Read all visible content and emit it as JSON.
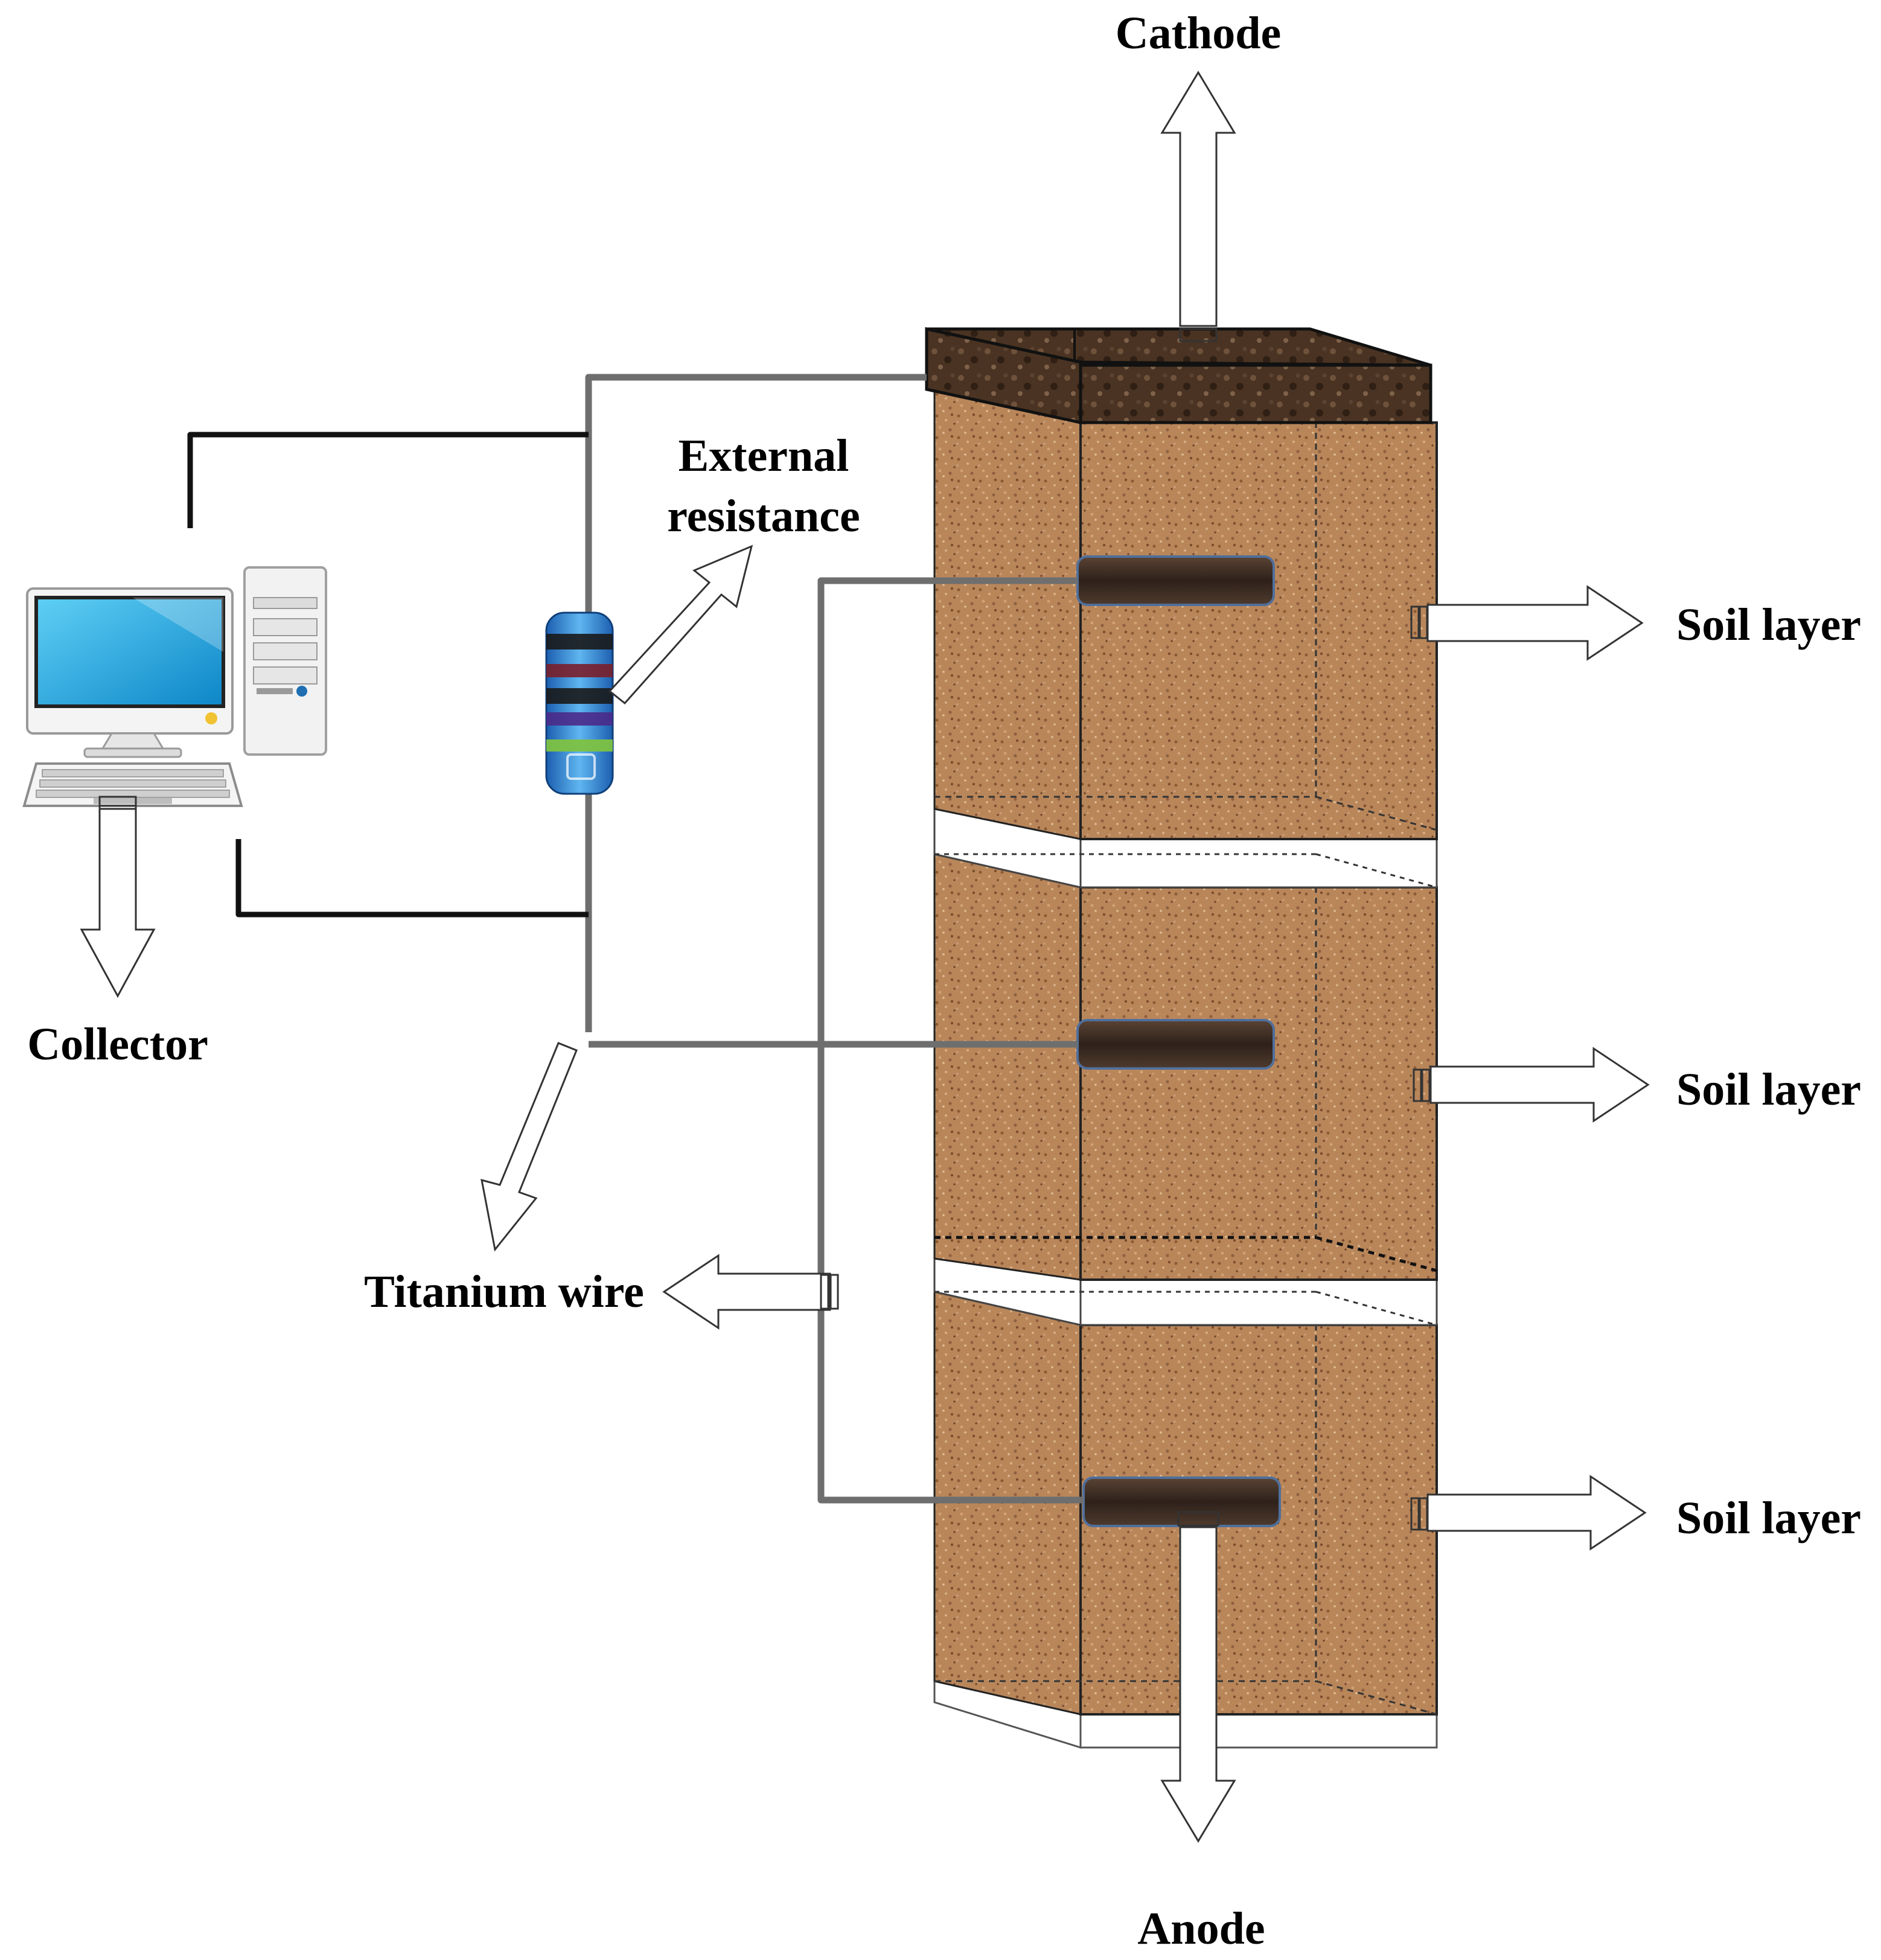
{
  "labels": {
    "cathode": "Cathode",
    "external_resistance_line1": "External",
    "external_resistance_line2": "resistance",
    "soil_layer_1": "Soil layer",
    "soil_layer_2": "Soil layer",
    "soil_layer_3": "Soil layer",
    "collector": "Collector",
    "titanium_wire": "Titanium wire",
    "anode": "Anode"
  },
  "colors": {
    "soil": "#b9865a",
    "cathode_layer": "#4a3322",
    "electrode": "#3d2b22",
    "wire": "#6e6e6e",
    "cable": "#111111",
    "monitor_screen": "#1fa8e0"
  },
  "icons": [
    "desktop-computer-icon",
    "resistor-icon"
  ]
}
